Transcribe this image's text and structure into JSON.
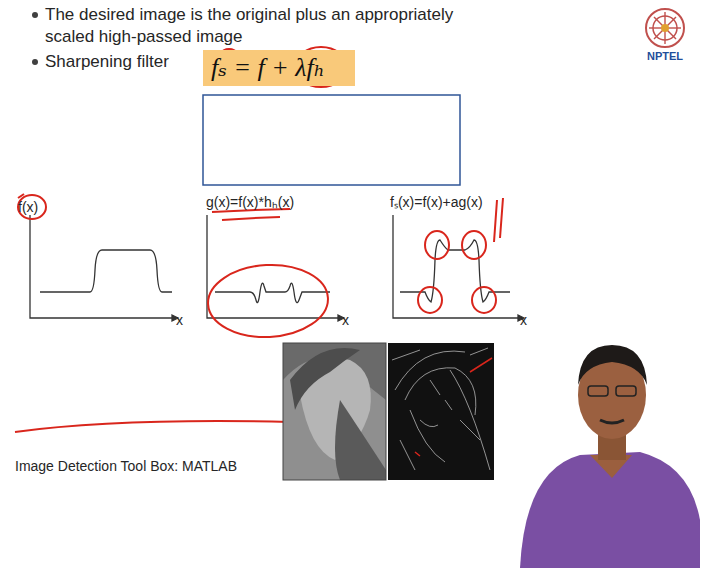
{
  "diagram": {
    "nodes": [
      {
        "text": [
          "fₛ = f + λfₕ"
        ]
      }
    ],
    "labels": [
      "The desired image is the original plus an appropriately scaled high-passed image",
      "Sharpening filter",
      "f(x)",
      "x",
      "g(x)=f(x)*hₕ(x)",
      "x",
      "fₛ(x)=f(x)+ag(x)",
      "x",
      "Image Detection Tool Box: MATLAB",
      "NPTEL"
    ]
  }
}
